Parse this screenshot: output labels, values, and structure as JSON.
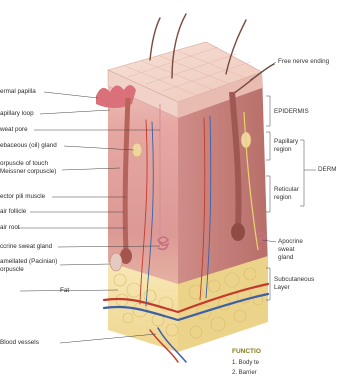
{
  "labels_left": {
    "dermal_papilla": "ermal papilla",
    "capillary_loop": "apillary loop",
    "sweat_pore": "weat pore",
    "sebaceous_gland": "ebaceous (oil) gland",
    "corpuscle_of_touch": "orpuscle of touch",
    "meissner_corpuscle": "Meissner corpuscle)",
    "arrector_pili": "ector pili muscle",
    "hair_follicle": "air follicle",
    "hair_root": "air root",
    "eccrine_gland": "ccrine sweat gland",
    "lamellated_corpuscle_1": "amellated (Pacinian)",
    "lamellated_corpuscle_2": "orpuscle",
    "fat": "Fat",
    "blood_vessels": "Blood vessels"
  },
  "labels_right": {
    "free_nerve_ending": "Free nerve ending",
    "epidermis": "EPIDERMIS",
    "papillary_region_1": "Papillary",
    "papillary_region_2": "region",
    "dermis": "DERM",
    "reticular_region_1": "Reticular",
    "reticular_region_2": "region",
    "apocrine_1": "Apocrine",
    "apocrine_2": "sweat",
    "apocrine_3": "gland",
    "subcutaneous_1": "Subcutaneous",
    "subcutaneous_2": "Layer"
  },
  "functions": {
    "title": "FUNCTIO",
    "item_1": "1. Body te",
    "item_2": "2. Barrier"
  },
  "colors": {
    "epidermis_top": "#f3d9cf",
    "dermis": "#e7a9a4",
    "dermis_dark": "#c9716c",
    "fat": "#f4e3a8",
    "vessel_red": "#c23a2e",
    "vessel_blue": "#3d5fa6",
    "label_line": "#444444",
    "function_title": "#8a7a1a"
  }
}
